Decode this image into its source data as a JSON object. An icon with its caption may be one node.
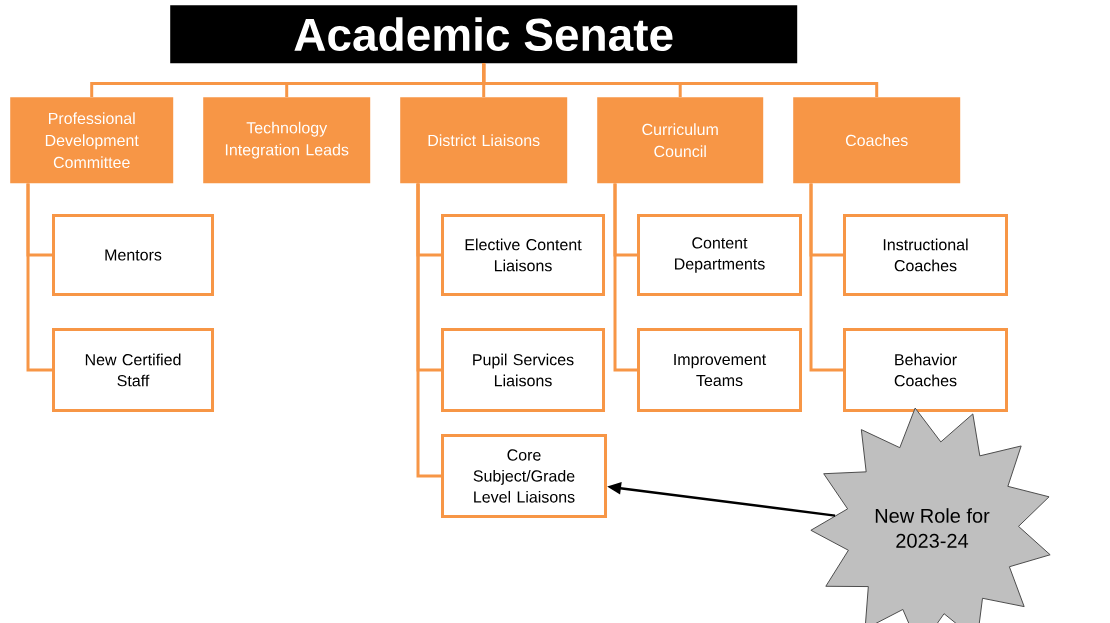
{
  "diagram": {
    "nodes": [
      {
        "text": [
          "Academic Senate"
        ]
      },
      {
        "text": [
          "Professional Development Committee"
        ]
      },
      {
        "text": [
          "Technology Integration Leads"
        ]
      },
      {
        "text": [
          "District Liaisons"
        ]
      },
      {
        "text": [
          "Curriculum Council"
        ]
      },
      {
        "text": [
          "Coaches"
        ]
      },
      {
        "text": [
          "Mentors"
        ]
      },
      {
        "text": [
          "New Certified Staff"
        ]
      },
      {
        "text": [
          "Elective Content Liaisons"
        ]
      },
      {
        "text": [
          "Pupil Services Liaisons"
        ]
      },
      {
        "text": [
          "Core Subject/Grade Level Liaisons"
        ]
      },
      {
        "text": [
          "Content Departments"
        ]
      },
      {
        "text": [
          "Improvement Teams"
        ]
      },
      {
        "text": [
          "Instructional Coaches"
        ]
      },
      {
        "text": [
          "Behavior Coaches"
        ]
      },
      {
        "text": [
          "New Role for 2023-24"
        ]
      }
    ],
    "edges": [
      {
        "from": 0,
        "to": 1,
        "arrow": "none"
      },
      {
        "from": 0,
        "to": 2,
        "arrow": "none"
      },
      {
        "from": 0,
        "to": 3,
        "arrow": "none"
      },
      {
        "from": 0,
        "to": 4,
        "arrow": "none"
      },
      {
        "from": 0,
        "to": 5,
        "arrow": "none"
      },
      {
        "from": 1,
        "to": 6,
        "arrow": "none"
      },
      {
        "from": 1,
        "to": 7,
        "arrow": "none"
      },
      {
        "from": 3,
        "to": 8,
        "arrow": "none"
      },
      {
        "from": 3,
        "to": 9,
        "arrow": "none"
      },
      {
        "from": 3,
        "to": 10,
        "arrow": "none"
      },
      {
        "from": 4,
        "to": 11,
        "arrow": "none"
      },
      {
        "from": 4,
        "to": 12,
        "arrow": "none"
      },
      {
        "from": 5,
        "to": 13,
        "arrow": "none"
      },
      {
        "from": 5,
        "to": 14,
        "arrow": "none"
      },
      {
        "from": 15,
        "to": 10,
        "arrow": "to",
        "color": "#000000"
      }
    ]
  }
}
